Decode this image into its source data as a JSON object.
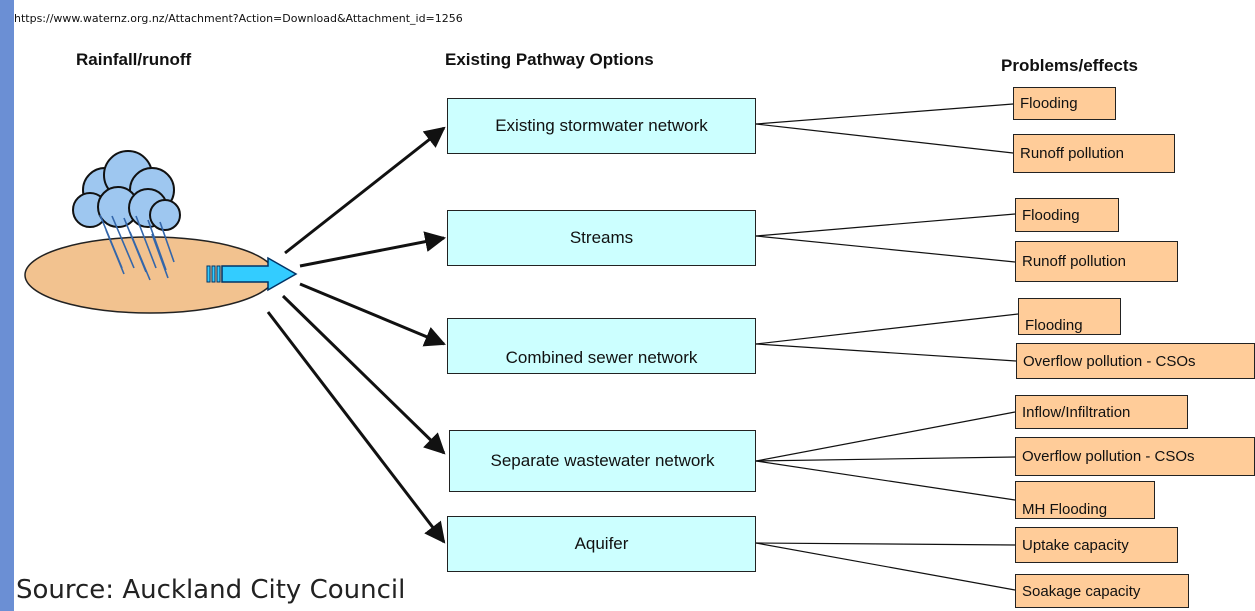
{
  "url": "https://www.waternz.org.nz/Attachment?Action=Download&Attachment_id=1256",
  "headings": {
    "rainfall": "Rainfall/runoff",
    "pathways": "Existing Pathway Options",
    "problems": "Problems/effects"
  },
  "pathways": [
    {
      "label": "Existing stormwater network"
    },
    {
      "label": "Streams"
    },
    {
      "label": "Combined sewer network"
    },
    {
      "label": "Separate wastewater network"
    },
    {
      "label": "Aquifer"
    }
  ],
  "effects": [
    "Flooding",
    "Runoff pollution",
    "Flooding",
    "Runoff pollution",
    "Flooding",
    "Overflow pollution - CSOs",
    "Inflow/Infiltration",
    "Overflow pollution - CSOs",
    "MH Flooding",
    "Uptake capacity",
    "Soakage capacity"
  ],
  "source": "Source: Auckland City Council",
  "colors": {
    "leftbar": "#6b8fd4",
    "pathway_fill": "#ccffff",
    "effect_fill": "#ffcc99",
    "ground_fill": "#f2c28f",
    "arrow_fill": "#33ccff",
    "cloud_fill": "#9ec7f0"
  }
}
